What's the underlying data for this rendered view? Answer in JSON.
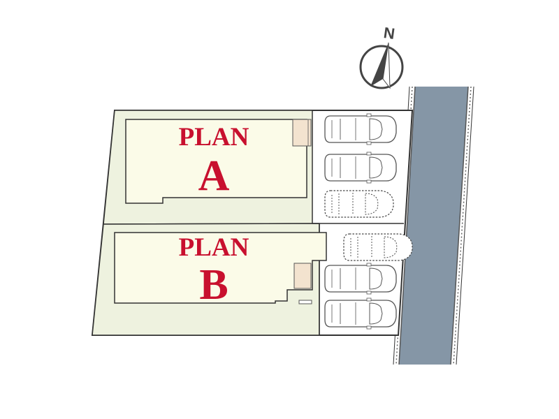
{
  "compass": {
    "letter": "N",
    "icon": "north-arrow-icon"
  },
  "plans": [
    {
      "word": "PLAN",
      "letter": "A"
    },
    {
      "word": "PLAN",
      "letter": "B"
    }
  ],
  "colors": {
    "lot_fill": "#eef2df",
    "house_fill": "#fbfbe8",
    "outline": "#333333",
    "label_red": "#c8102e",
    "road": "#8596a6",
    "deck": "#f3e3cf"
  },
  "parking": {
    "plan_a": [
      "car-solid",
      "car-solid",
      "car-dashed"
    ],
    "plan_b": [
      "car-dashed",
      "car-solid",
      "car-solid"
    ]
  }
}
